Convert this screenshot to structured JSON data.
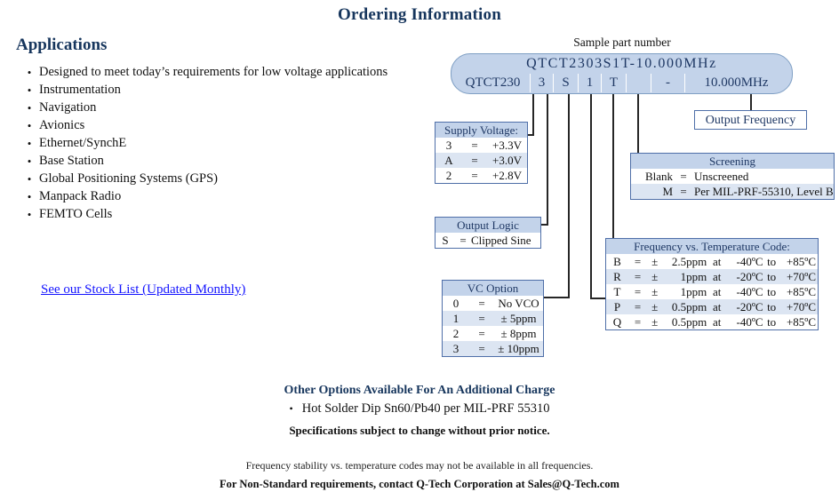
{
  "headings": {
    "ordering_information": "Ordering Information",
    "applications": "Applications",
    "sample_part_number": "Sample part number"
  },
  "applications": {
    "bullet": "•",
    "items": [
      "Designed to meet today’s requirements for low voltage applications",
      "Instrumentation",
      "Navigation",
      "Avionics",
      "Ethernet/SynchE",
      "Base Station",
      "Global Positioning Systems (GPS)",
      "Manpack Radio",
      "FEMTO Cells"
    ],
    "stock_link": "See our Stock List (Updated Monthly)"
  },
  "part_number": {
    "full": "QTCT2303S1T-10.000MHz",
    "segments": [
      {
        "text": "QTCT230",
        "width": 83
      },
      {
        "text": "3",
        "width": 26
      },
      {
        "text": "S",
        "width": 28
      },
      {
        "text": "1",
        "width": 26
      },
      {
        "text": "T",
        "width": 28
      },
      {
        "text": "",
        "width": 28
      },
      {
        "text": "-",
        "width": 38
      },
      {
        "text": "10.000MHz",
        "width": 116
      }
    ]
  },
  "callouts": {
    "supply_voltage": {
      "title": "Supply Voltage:",
      "rows": [
        {
          "code": "3",
          "eq": "=",
          "value": "+3.3V"
        },
        {
          "code": "A",
          "eq": "=",
          "value": "+3.0V"
        },
        {
          "code": "2",
          "eq": "=",
          "value": "+2.8V"
        }
      ]
    },
    "output_logic": {
      "title": "Output Logic",
      "rows": [
        {
          "code": "S",
          "eq": "=",
          "value": "Clipped Sine"
        }
      ]
    },
    "vc_option": {
      "title": "VC Option",
      "rows": [
        {
          "code": "0",
          "eq": "=",
          "value": "No VCO"
        },
        {
          "code": "1",
          "eq": "=",
          "value": "± 5ppm"
        },
        {
          "code": "2",
          "eq": "=",
          "value": "± 8ppm"
        },
        {
          "code": "3",
          "eq": "=",
          "value": "± 10ppm"
        }
      ]
    },
    "output_frequency": {
      "title": "Output Frequency"
    },
    "screening": {
      "title": "Screening",
      "rows": [
        {
          "code": "Blank",
          "eq": "=",
          "value": "Unscreened"
        },
        {
          "code": "M",
          "eq": "=",
          "value": "Per MIL-PRF-55310, Level B"
        }
      ]
    },
    "freq_temp": {
      "title": "Frequency vs. Temperature Code:",
      "rows": [
        {
          "code": "B",
          "eq": "=",
          "pm": "±",
          "ppm": "2.5ppm",
          "at": "at",
          "tmin": "-40ºC",
          "to": "to",
          "tmax": "+85ºC"
        },
        {
          "code": "R",
          "eq": "=",
          "pm": "±",
          "ppm": "1ppm",
          "at": "at",
          "tmin": "-20ºC",
          "to": "to",
          "tmax": "+70ºC"
        },
        {
          "code": "T",
          "eq": "=",
          "pm": "±",
          "ppm": "1ppm",
          "at": "at",
          "tmin": "-40ºC",
          "to": "to",
          "tmax": "+85ºC"
        },
        {
          "code": "P",
          "eq": "=",
          "pm": "±",
          "ppm": "0.5ppm",
          "at": "at",
          "tmin": "-20ºC",
          "to": "to",
          "tmax": "+70ºC"
        },
        {
          "code": "Q",
          "eq": "=",
          "pm": "±",
          "ppm": "0.5ppm",
          "at": "at",
          "tmin": "-40ºC",
          "to": "to",
          "tmax": "+85ºC"
        }
      ]
    }
  },
  "notes": {
    "other_options_title": "Other Options Available For An Additional Charge",
    "other_options_bullet": "•",
    "other_options_item": "Hot Solder Dip Sn60/Pb40 per MIL-PRF 55310",
    "specifications": "Specifications subject to change without prior notice.",
    "footer_1": "Frequency stability vs. temperature codes may not be available in all frequencies.",
    "footer_2": "For Non-Standard requirements, contact Q-Tech Corporation at Sales@Q-Tech.com"
  },
  "colors": {
    "heading_blue": "#17365d",
    "table_header_fill": "#c3d3ea",
    "table_border": "#4f6fa8",
    "row_alt_fill": "#dce5f2",
    "link_blue": "#1414ff",
    "connector": "#262626"
  }
}
